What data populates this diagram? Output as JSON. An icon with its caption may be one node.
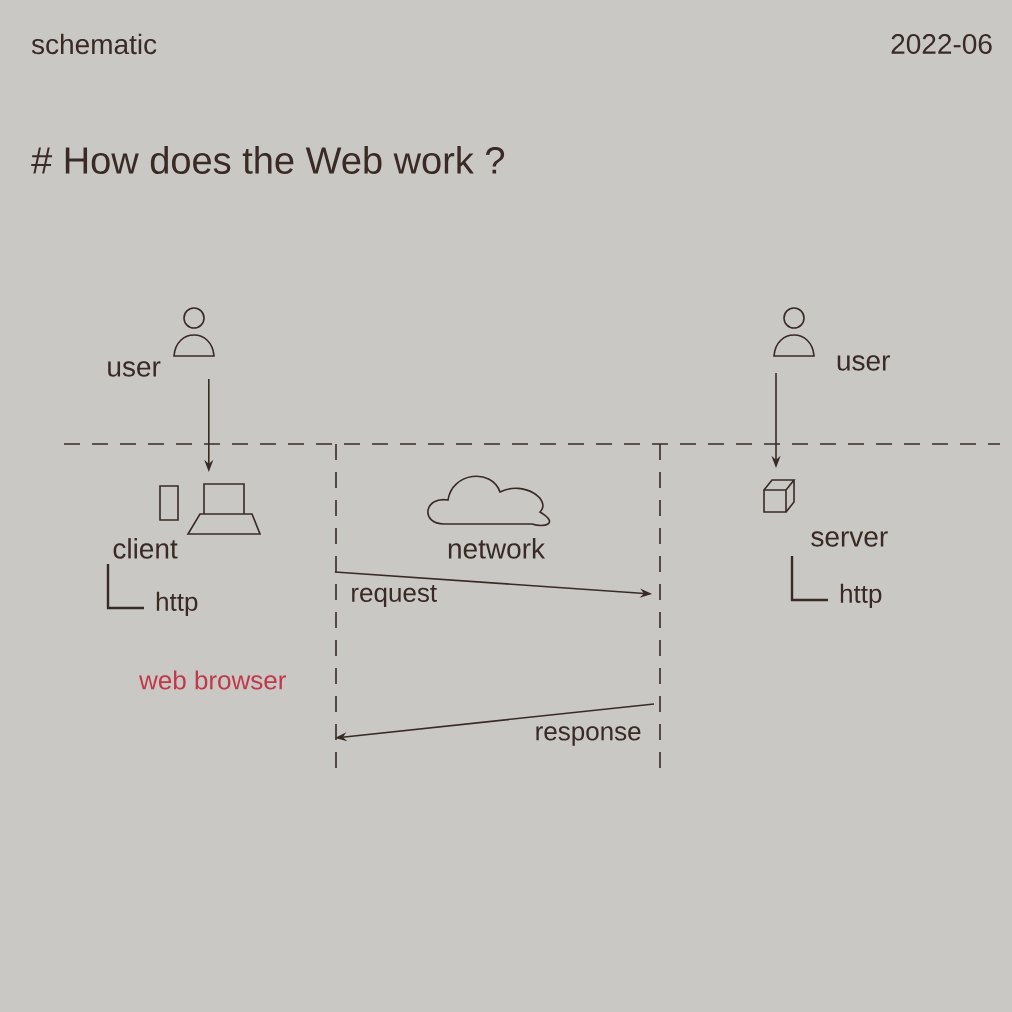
{
  "diagram": {
    "title": "# How does the Web work ?",
    "nodes": [
      {
        "text": [
          "user"
        ]
      },
      {
        "text": [
          "client"
        ],
        "beside": [
          "http",
          "web browser"
        ]
      },
      {
        "text": [
          "network"
        ]
      },
      {
        "text": [
          "user"
        ]
      },
      {
        "text": [
          "server"
        ],
        "beside": [
          "http"
        ]
      }
    ],
    "edges": [
      {
        "from": 0,
        "to": 1,
        "arrow": "to"
      },
      {
        "from": 3,
        "to": 4,
        "arrow": "to"
      },
      {
        "from": 1,
        "to": null,
        "arrow": "to",
        "label": "request"
      },
      {
        "from": null,
        "to": 1,
        "arrow": "to",
        "label": "response"
      }
    ],
    "labels": [
      "schematic",
      "2022-06"
    ]
  }
}
